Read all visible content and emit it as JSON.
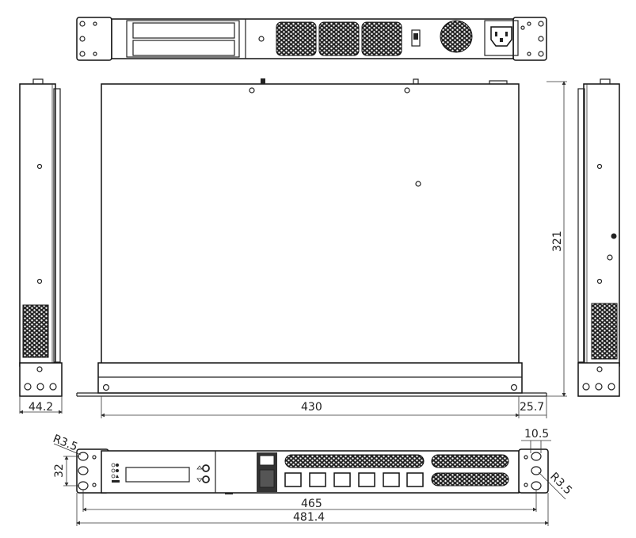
{
  "title": "1U rack appliance dimensional drawing",
  "units": "mm",
  "views": [
    "rear",
    "left-side",
    "top",
    "right-side",
    "front"
  ],
  "dimensions": {
    "side_height": "44.2",
    "body_width": "430",
    "ear_depth": "25.7",
    "depth": "321",
    "hole_spacing": "32",
    "ear_hole_offset": "10.5",
    "hole_radius_left": "R3.5",
    "hole_radius_right": "R3.5",
    "mount_width": "465",
    "overall_width": "481.4"
  }
}
